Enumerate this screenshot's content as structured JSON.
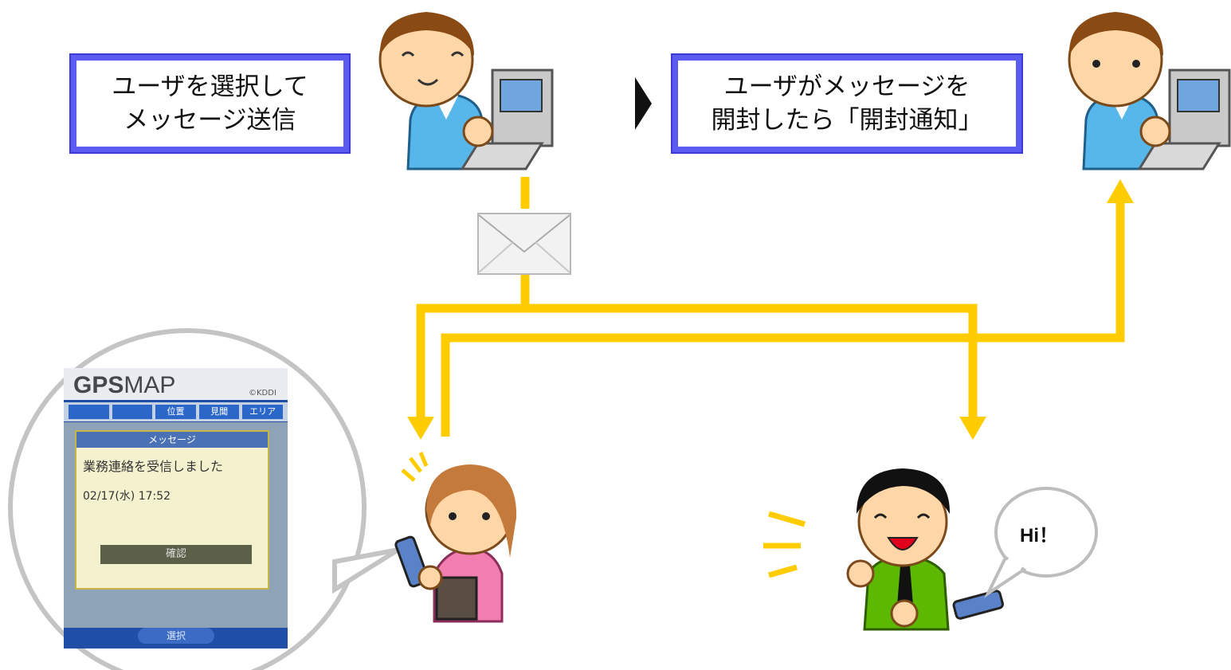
{
  "step1": {
    "line1": "ユーザを選択して",
    "line2": "メッセージ送信"
  },
  "step2": {
    "line1": "ユーザがメッセージを",
    "line2": "開封したら「開封通知」"
  },
  "speech": "Hi！",
  "phone": {
    "brand_bold": "GPS",
    "brand_light": "MAP",
    "carrier": "©KDDI",
    "tabs": [
      "",
      "",
      "位置",
      "見聞",
      "エリア"
    ],
    "dialog_title": "メッセージ",
    "message": "業務連絡を受信しました",
    "timestamp": "02/17(水) 17:52",
    "confirm_button": "確認",
    "select_button": "選択"
  },
  "colors": {
    "flow": "#ffcc00",
    "box_border": "#5b5bf0"
  },
  "icons": [
    "envelope-icon",
    "arrow-right-icon",
    "computer-icon",
    "mobile-phone-icon"
  ]
}
